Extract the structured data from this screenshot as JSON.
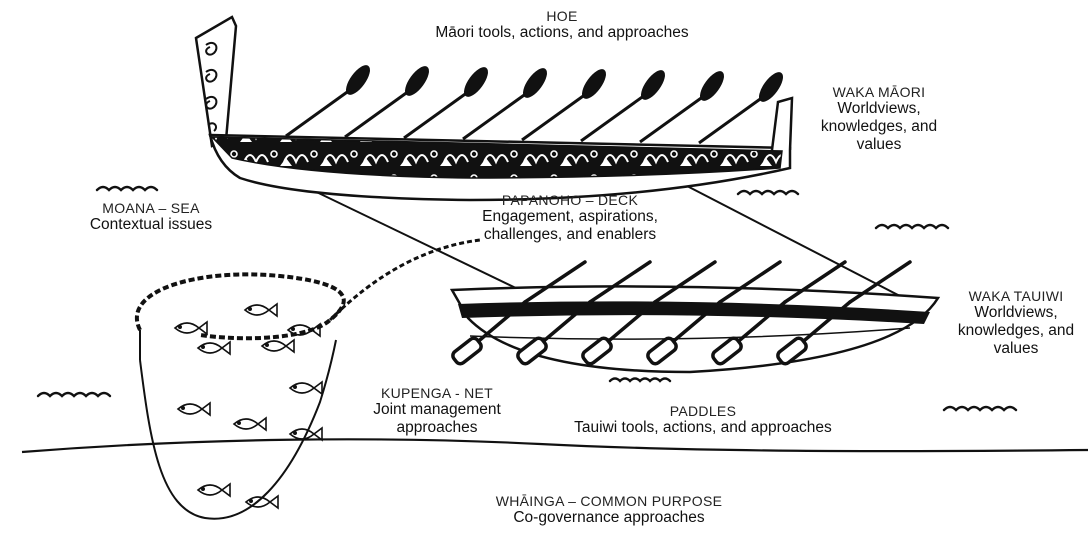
{
  "labels": {
    "hoe": {
      "title": "HOE",
      "text": "Māori tools, actions, and approaches"
    },
    "waka_maori": {
      "title": "WAKA MĀORI",
      "text": "Worldviews, knowledges, and values"
    },
    "moana": {
      "title": "MOANA – SEA",
      "text": "Contextual issues"
    },
    "papanoho": {
      "title": "PAPANOHO – DECK",
      "text": "Engagement, aspirations, challenges, and enablers"
    },
    "waka_tauiwi": {
      "title": "WAKA TAUIWI",
      "text": "Worldviews, knowledges, and values"
    },
    "kupenga": {
      "title": "KUPENGA - NET",
      "text": "Joint management approaches"
    },
    "paddles": {
      "title": "PADDLES",
      "text": "Tauiwi tools, actions, and approaches"
    },
    "whainga": {
      "title": "WHĀINGA – COMMON PURPOSE",
      "text": "Co-governance approaches"
    }
  },
  "colors": {
    "ink": "#111111",
    "background": "#ffffff"
  }
}
